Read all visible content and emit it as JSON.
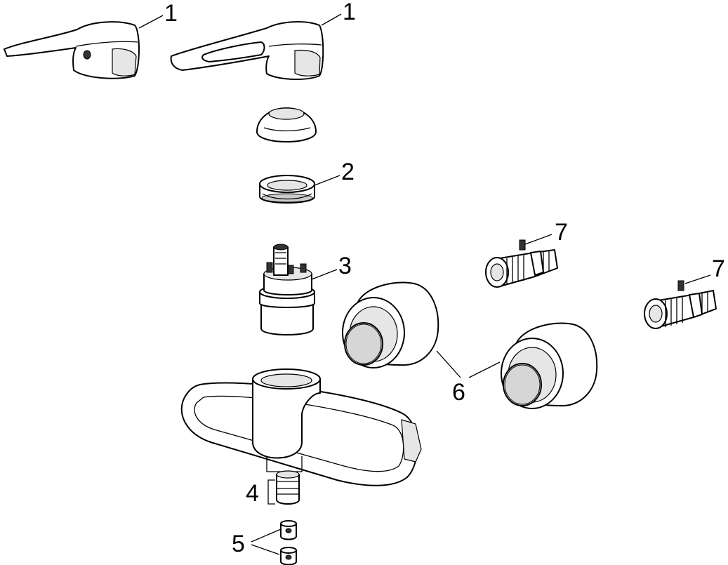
{
  "callouts": {
    "handle_left": "1",
    "handle_right": "1",
    "nut": "2",
    "cartridge": "3",
    "check_valve": "4",
    "caps": "5",
    "escutcheons": "6",
    "eccentric_top": "7",
    "eccentric_right": "7"
  }
}
